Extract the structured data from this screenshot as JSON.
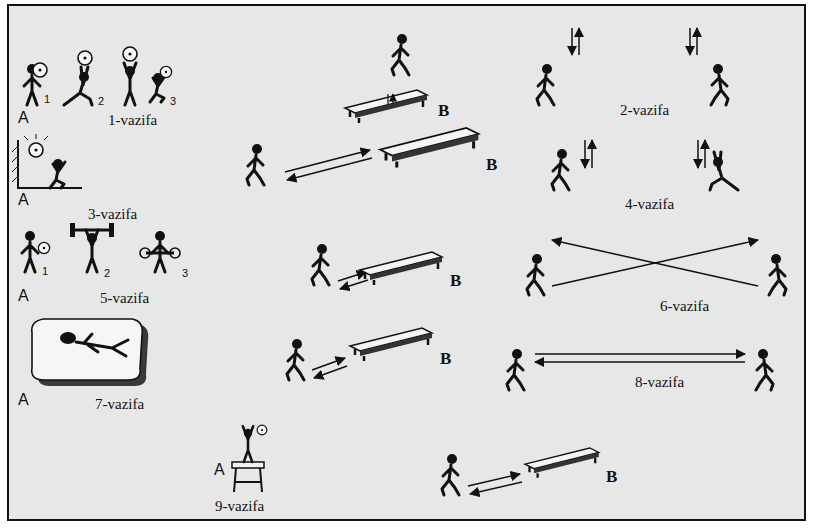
{
  "diagram": {
    "labels": [
      "A",
      "1",
      "2",
      "3",
      "1-vazifa",
      "B",
      "2-vazifa",
      "A",
      "3-vazifa",
      "B",
      "4-vazifa",
      "1",
      "2",
      "3",
      "A",
      "5-vazifa",
      "B",
      "6-vazifa",
      "A",
      "7-vazifa",
      "B",
      "8-vazifa",
      "A",
      "9-vazifa",
      "B"
    ]
  }
}
